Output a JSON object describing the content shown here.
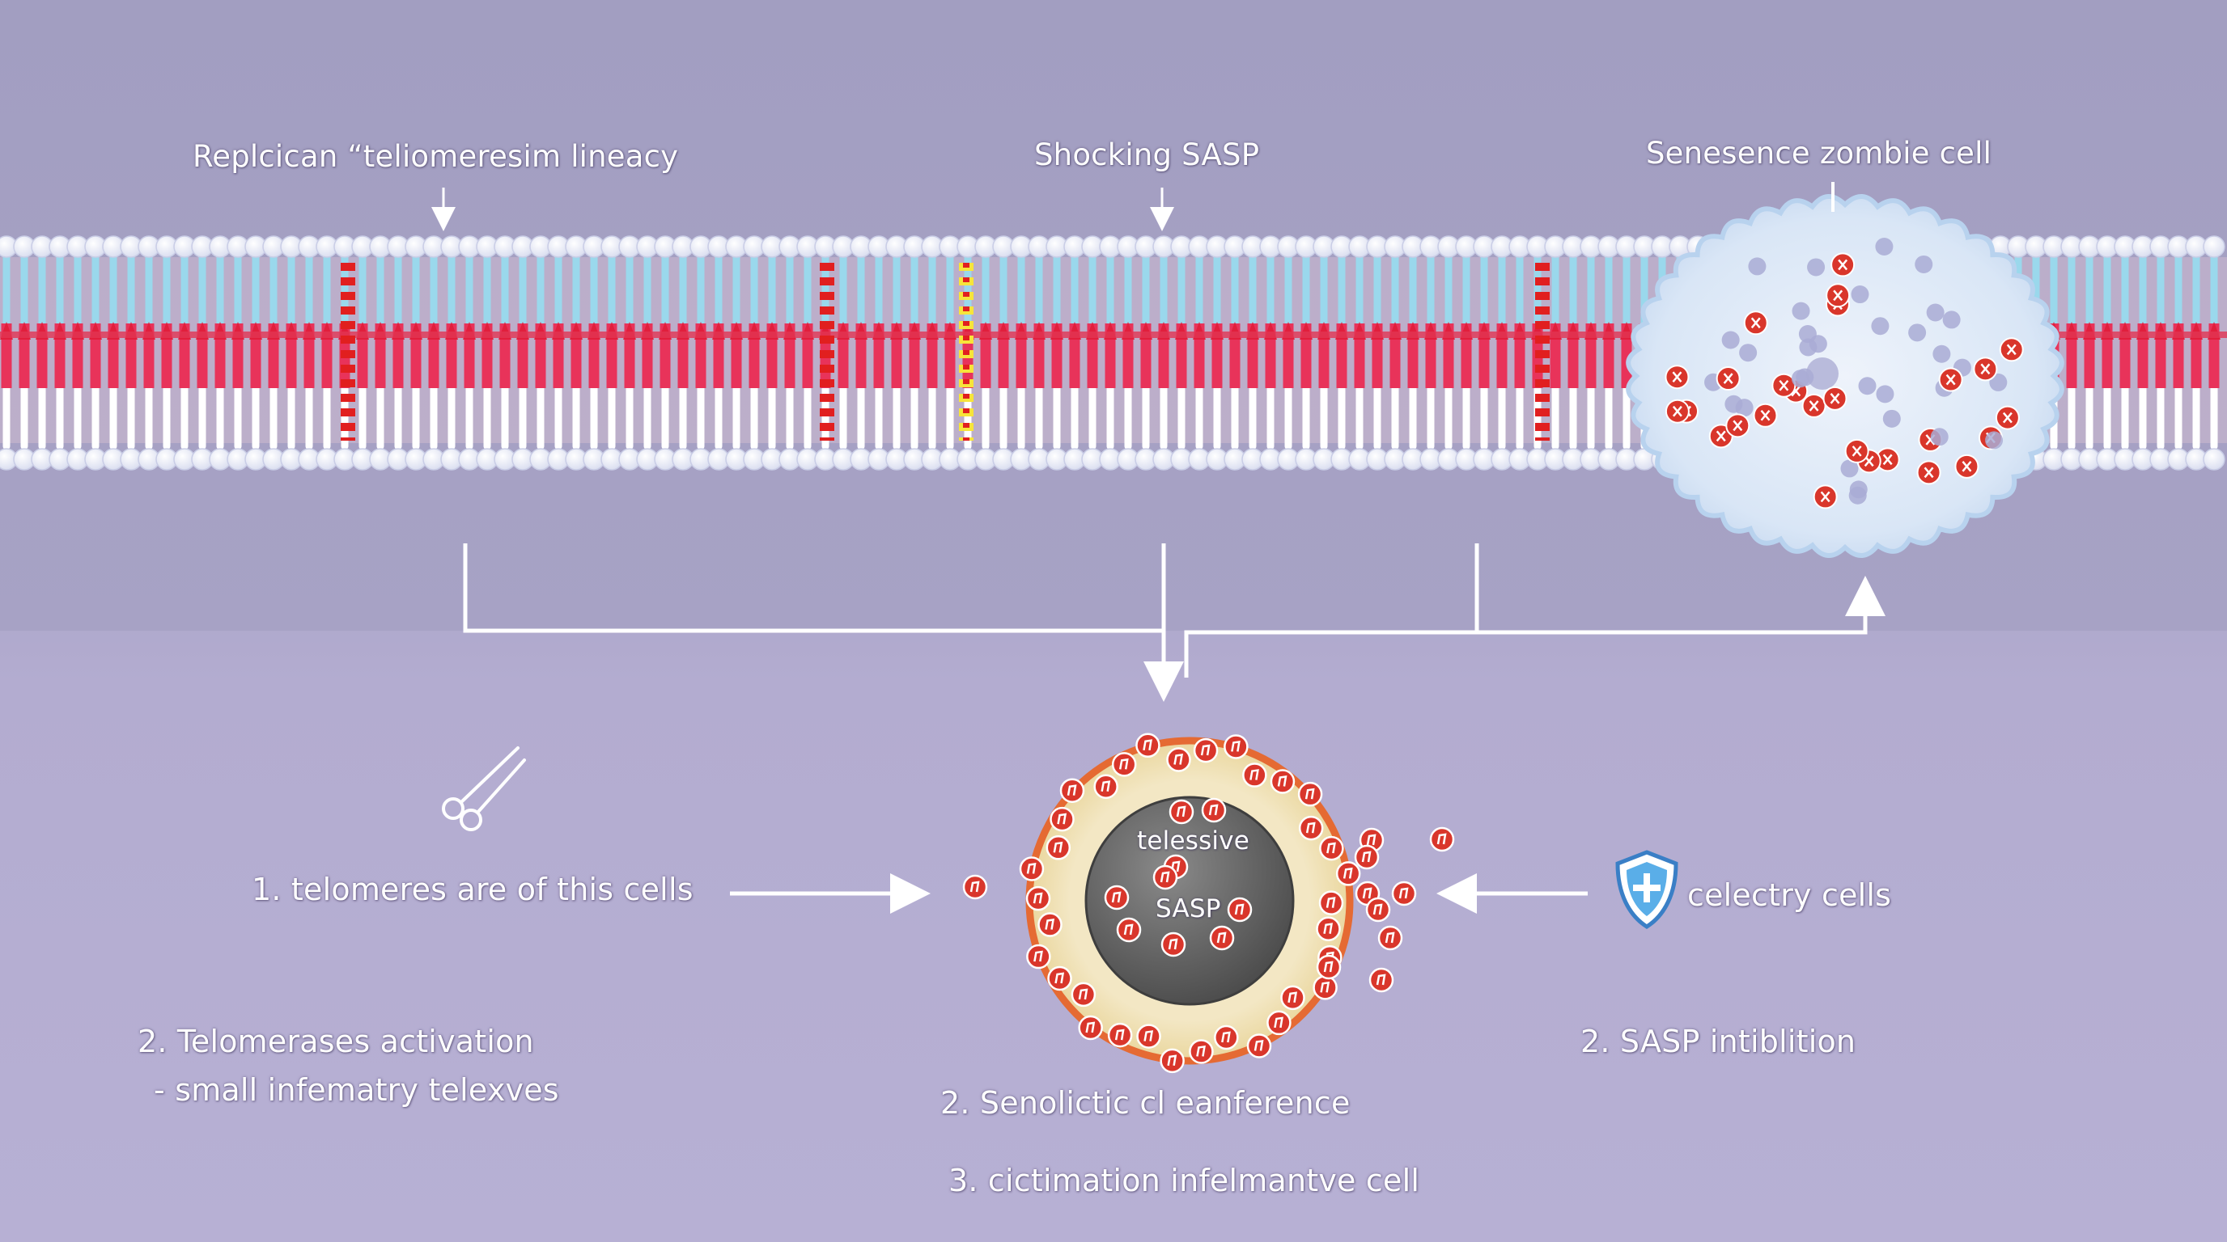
{
  "colors": {
    "background": "#a7a2c6",
    "membrane_head": "#eef0fa",
    "membrane_tail": "#9ad8ec",
    "membrane_core": "#e8335a",
    "senescent_cell": "#dde8f7",
    "sasp_particle": "#d9362b",
    "arrow": "#ffffff"
  },
  "labels": {
    "replicative": "Replcican “teliomeresim lineacy",
    "shocking": "Shocking SASP",
    "zombie": "Senesence zombie cell",
    "cell_top": "telessive",
    "cell_bottom": "SASP",
    "step1": "1.  telomeres are of this cells",
    "step2a": "2.  Telomerases activation",
    "step2b": "- small infematry telexves",
    "step_mid2": "2. Senolictic cl eanference",
    "step_mid3": "3. cictimation infelmantve cell",
    "shield_label": "celectry cells",
    "sasp_inhib": "2. SASP intiblition"
  },
  "icons": [
    "scissors-icon",
    "shield-icon"
  ]
}
